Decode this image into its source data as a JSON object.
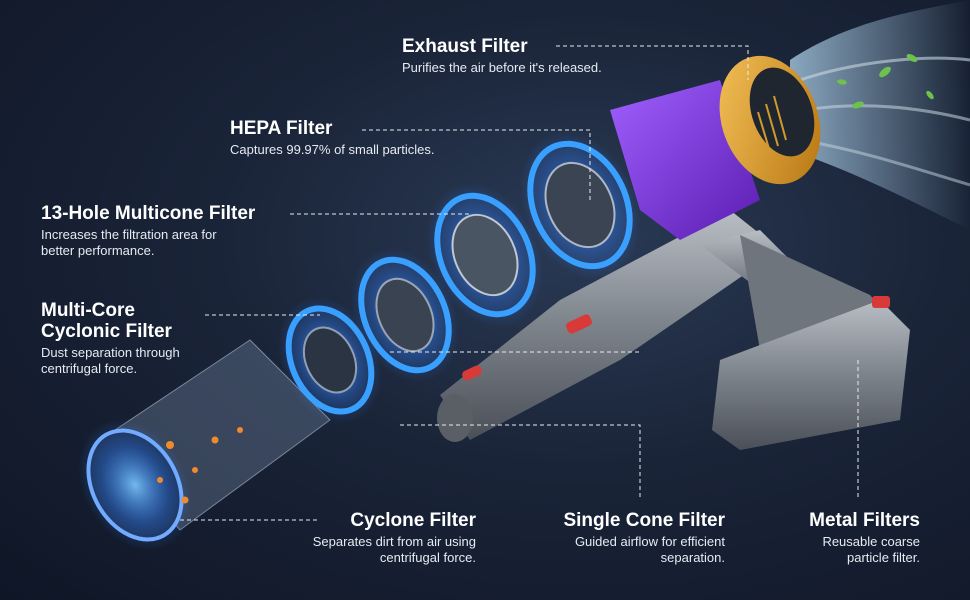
{
  "labels": {
    "exhaust": {
      "title": "Exhaust Filter",
      "desc": "Purifies the air before it's released."
    },
    "hepa": {
      "title": "HEPA Filter",
      "desc": "Captures 99.97% of small particles."
    },
    "multicone": {
      "title": "13-Hole Multicone Filter",
      "desc": "Increases the filtration area for\nbetter performance."
    },
    "multicore": {
      "title": "Multi-Core\nCyclonic Filter",
      "desc": "Dust separation through\ncentrifugal force."
    },
    "cyclone": {
      "title": "Cyclone Filter",
      "desc": "Separates dirt from air using\ncentrifugal force."
    },
    "singlecone": {
      "title": "Single Cone Filter",
      "desc": "Guided airflow for efficient\nseparation."
    },
    "metal": {
      "title": "Metal Filters",
      "desc": "Reusable coarse\nparticle filter."
    }
  },
  "colors": {
    "background": "#1a2438",
    "body_gray": "#8a8f96",
    "accent_purple": "#7b2fd6",
    "accent_gold": "#e8a020",
    "ring_blue": "#3aa0ff",
    "leaf_green": "#6cc24a"
  }
}
